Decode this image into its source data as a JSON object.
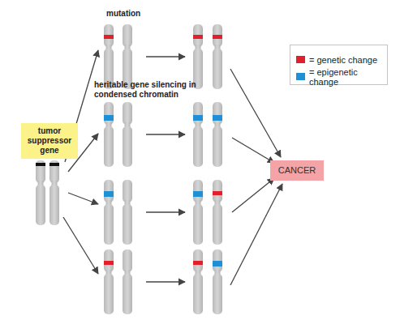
{
  "diagram": {
    "nodes": [
      {
        "text": [
          "tumor suppressor gene"
        ]
      },
      {
        "text": [
          "CANCER"
        ]
      }
    ],
    "labels": [
      "mutation",
      "heritable gene silencing in condensed chromatin"
    ],
    "legend": [
      {
        "text": "= genetic change",
        "color": "#e0202a"
      },
      {
        "text": "= epigenetic change",
        "color": "#1f8fd6"
      }
    ]
  }
}
